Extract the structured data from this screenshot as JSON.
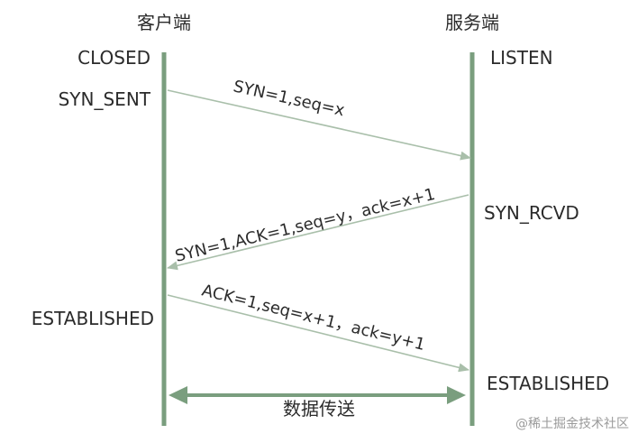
{
  "client": {
    "title": "客户端",
    "states": [
      "CLOSED",
      "SYN_SENT",
      "ESTABLISHED"
    ]
  },
  "server": {
    "title": "服务端",
    "states": [
      "LISTEN",
      "SYN_RCVD",
      "ESTABLISHED"
    ]
  },
  "messages": [
    {
      "text": "SYN=1,seq=x",
      "direction": "client-to-server"
    },
    {
      "text": "SYN=1,ACK=1,seq=y，ack=x+1",
      "direction": "server-to-client"
    },
    {
      "text": "ACK=1,seq=x+1，ack=y+1",
      "direction": "client-to-server"
    }
  ],
  "data_transfer": {
    "label": "数据传送"
  },
  "watermark": "@稀土掘金技术社区",
  "colors": {
    "lifeline": "#7a9e7e",
    "arrow": "#a9bfaa",
    "text": "#2b2b2b",
    "watermark": "#9a9a9a"
  }
}
